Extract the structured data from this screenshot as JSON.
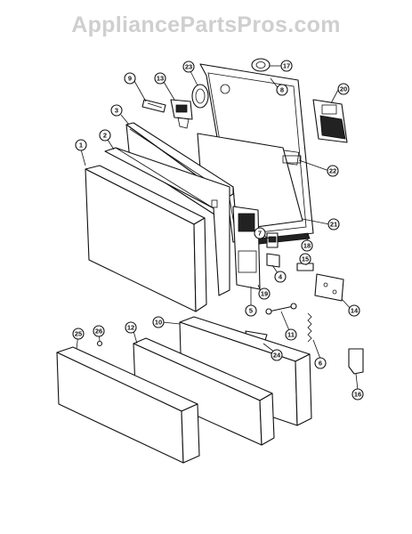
{
  "watermark": {
    "text": "AppliancePartsPros.com"
  },
  "callouts": [
    {
      "id": "c1",
      "label": "1"
    },
    {
      "id": "c2",
      "label": "2"
    },
    {
      "id": "c3",
      "label": "3"
    },
    {
      "id": "c4",
      "label": "4"
    },
    {
      "id": "c5",
      "label": "5"
    },
    {
      "id": "c6",
      "label": "6"
    },
    {
      "id": "c7",
      "label": "7"
    },
    {
      "id": "c8",
      "label": "8"
    },
    {
      "id": "c9",
      "label": "9"
    },
    {
      "id": "c10",
      "label": "10"
    },
    {
      "id": "c11",
      "label": "11"
    },
    {
      "id": "c12",
      "label": "12"
    },
    {
      "id": "c13",
      "label": "13"
    },
    {
      "id": "c14",
      "label": "14"
    },
    {
      "id": "c15",
      "label": "15"
    },
    {
      "id": "c16",
      "label": "16"
    },
    {
      "id": "c17",
      "label": "17"
    },
    {
      "id": "c18",
      "label": "18"
    },
    {
      "id": "c19",
      "label": "19"
    },
    {
      "id": "c20",
      "label": "20"
    },
    {
      "id": "c21",
      "label": "21"
    },
    {
      "id": "c22",
      "label": "22"
    },
    {
      "id": "c23",
      "label": "23"
    },
    {
      "id": "c24",
      "label": "24"
    },
    {
      "id": "c25",
      "label": "25"
    },
    {
      "id": "c26",
      "label": "26"
    }
  ],
  "colors": {
    "line": "#111111",
    "watermark": "#cfcfcf",
    "background": "#ffffff"
  }
}
